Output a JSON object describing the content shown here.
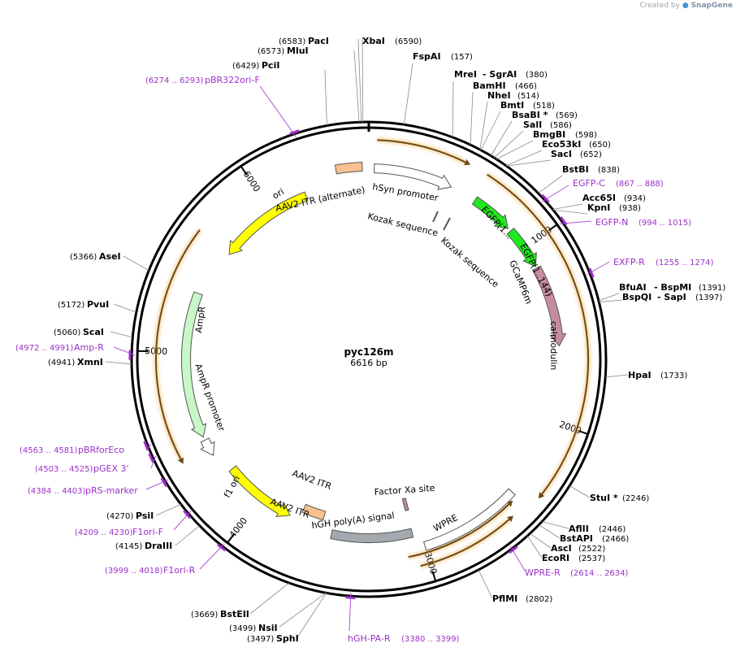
{
  "credit": {
    "prefix": "Created by",
    "brand": "SnapGene",
    "icon": "snapgene-logo-icon"
  },
  "plasmid": {
    "name": "pyc126m",
    "size_label": "6616 bp",
    "length": 6616
  },
  "ticks": [
    {
      "pos": 1000,
      "label": "1000"
    },
    {
      "pos": 2000,
      "label": "2000"
    },
    {
      "pos": 3000,
      "label": "3000"
    },
    {
      "pos": 4000,
      "label": "4000"
    },
    {
      "pos": 5000,
      "label": "5000"
    },
    {
      "pos": 6000,
      "label": "6000"
    }
  ],
  "features": [
    {
      "id": "ori",
      "name": "ori",
      "start": 5640,
      "end": 6230,
      "color": "#ffff00",
      "strand": -1
    },
    {
      "id": "aav2-itr-alt",
      "name": "AAV2 ITR (alternate)",
      "start": 6435,
      "end": 6580,
      "color": "#f8c18f",
      "strand": 0
    },
    {
      "id": "hsyn",
      "name": "hSyn promoter",
      "start": 30,
      "end": 470,
      "color": "#ffffff",
      "strand": 1
    },
    {
      "id": "egfp1",
      "name": "EGFP(1...",
      "start": 620,
      "end": 860,
      "color": "#1fe81f",
      "strand": 1
    },
    {
      "id": "egfp2",
      "name": "EGFP(1..144)",
      "start": 880,
      "end": 1120,
      "color": "#1fe81f",
      "strand": 1
    },
    {
      "id": "calmodulin",
      "name": "calmodulin",
      "start": 1130,
      "end": 1580,
      "color": "#c58ba2",
      "strand": 1
    },
    {
      "id": "wpre",
      "name": "WPRE",
      "start": 2440,
      "end": 3000,
      "color": "#ffffff",
      "strand": 0
    },
    {
      "id": "hgh",
      "name": "hGH poly(A) signal",
      "start": 3050,
      "end": 3530,
      "color": "#a3a9ae",
      "strand": 0
    },
    {
      "id": "aav2-itr",
      "name": "AAV2 ITR",
      "start": 3600,
      "end": 3740,
      "color": "#f8c18f",
      "strand": 0
    },
    {
      "id": "f1ori",
      "name": "f1 ori",
      "start": 3800,
      "end": 4250,
      "color": "#ffff00",
      "strand": -1
    },
    {
      "id": "ampr-promoter",
      "name": "AmpR promoter",
      "start": 4380,
      "end": 4480,
      "color": "#ffffff",
      "strand": -1
    },
    {
      "id": "ampr",
      "name": "AmpR",
      "start": 4500,
      "end": 5350,
      "color": "#c8f8c8",
      "strand": -1
    }
  ],
  "inner_labels": [
    {
      "id": "factor-xa",
      "text": "Factor Xa site"
    },
    {
      "id": "kozak-1",
      "text": "Kozak sequence"
    },
    {
      "id": "kozak-2",
      "text": "Kozak sequence"
    },
    {
      "id": "gcamp6m",
      "text": "GCaMP6m"
    },
    {
      "id": "aav2-itr-inner",
      "text": "AAV2 ITR"
    }
  ],
  "enzymes": [
    {
      "id": "xbai",
      "name": "XbaI",
      "pos": "(6590)"
    },
    {
      "id": "paci",
      "name": "PacI",
      "pos": "(6583)"
    },
    {
      "id": "mlui",
      "name": "MluI",
      "pos": "(6573)"
    },
    {
      "id": "pcii",
      "name": "PciI",
      "pos": "(6429)"
    },
    {
      "id": "fspai",
      "name": "FspAI",
      "pos": "(157)"
    },
    {
      "id": "mrei",
      "name": "MreI",
      "pos": "(380)",
      "extra": "- SgrAI"
    },
    {
      "id": "bamhi",
      "name": "BamHI",
      "pos": "(466)"
    },
    {
      "id": "nhei",
      "name": "NheI",
      "pos": "(514)"
    },
    {
      "id": "bmti",
      "name": "BmtI",
      "pos": "(518)"
    },
    {
      "id": "bsabi",
      "name": "BsaBI *",
      "pos": "(569)"
    },
    {
      "id": "sali",
      "name": "SalI",
      "pos": "(586)"
    },
    {
      "id": "bmgbi",
      "name": "BmgBI",
      "pos": "(598)"
    },
    {
      "id": "eco53ki",
      "name": "Eco53kI",
      "pos": "(650)"
    },
    {
      "id": "saci",
      "name": "SacI",
      "pos": "(652)"
    },
    {
      "id": "bstbi",
      "name": "BstBI",
      "pos": "(838)"
    },
    {
      "id": "acc65i",
      "name": "Acc65I",
      "pos": "(934)"
    },
    {
      "id": "kpni",
      "name": "KpnI",
      "pos": "(938)"
    },
    {
      "id": "bfuai",
      "name": "BfuAI",
      "pos": "(1391)",
      "extra": "- BspMI"
    },
    {
      "id": "bspqi",
      "name": "BspQI",
      "pos": "(1397)",
      "extra": "- SapI"
    },
    {
      "id": "hpai",
      "name": "HpaI",
      "pos": "(1733)"
    },
    {
      "id": "stui",
      "name": "StuI *",
      "pos": "(2246)"
    },
    {
      "id": "aflii",
      "name": "AflII",
      "pos": "(2446)"
    },
    {
      "id": "bstapi",
      "name": "BstAPI",
      "pos": "(2466)"
    },
    {
      "id": "asci",
      "name": "AscI",
      "pos": "(2522)"
    },
    {
      "id": "ecori",
      "name": "EcoRI",
      "pos": "(2537)"
    },
    {
      "id": "pflmi",
      "name": "PflMI",
      "pos": "(2802)"
    },
    {
      "id": "sphi",
      "name": "SphI",
      "pos": "(3497)"
    },
    {
      "id": "nsii",
      "name": "NsiI",
      "pos": "(3499)"
    },
    {
      "id": "bsteii",
      "name": "BstEII",
      "pos": "(3669)"
    },
    {
      "id": "draiii",
      "name": "DraIII",
      "pos": "(4145)"
    },
    {
      "id": "psti",
      "name": "PsiI",
      "pos": "(4270)"
    },
    {
      "id": "xmni",
      "name": "XmnI",
      "pos": "(4941)"
    },
    {
      "id": "scai",
      "name": "ScaI",
      "pos": "(5060)"
    },
    {
      "id": "pvui",
      "name": "PvuI",
      "pos": "(5172)"
    },
    {
      "id": "asei",
      "name": "AseI",
      "pos": "(5366)"
    }
  ],
  "primers": [
    {
      "id": "pbr322ori-f",
      "name": "pBR322ori-F",
      "range": "(6274 .. 6293)"
    },
    {
      "id": "egfp-c",
      "name": "EGFP-C",
      "range": "(867 .. 888)"
    },
    {
      "id": "egfp-n",
      "name": "EGFP-N",
      "range": "(994 .. 1015)"
    },
    {
      "id": "exfp-r",
      "name": "EXFP-R",
      "range": "(1255 .. 1274)"
    },
    {
      "id": "wpre-r",
      "name": "WPRE-R",
      "range": "(2614 .. 2634)"
    },
    {
      "id": "hgh-pa-r",
      "name": "hGH-PA-R",
      "range": "(3380 .. 3399)"
    },
    {
      "id": "f1ori-r",
      "name": "F1ori-R",
      "range": "(3999 .. 4018)"
    },
    {
      "id": "f1ori-f",
      "name": "F1ori-F",
      "range": "(4209 .. 4230)"
    },
    {
      "id": "prs-marker",
      "name": "pRS-marker",
      "range": "(4384 .. 4403)"
    },
    {
      "id": "pgex3",
      "name": "pGEX 3'",
      "range": "(4503 .. 4525)"
    },
    {
      "id": "pbrforeco",
      "name": "pBRforEco",
      "range": "(4563 .. 4581)"
    },
    {
      "id": "amp-r",
      "name": "Amp-R",
      "range": "(4972 .. 4991)"
    }
  ]
}
